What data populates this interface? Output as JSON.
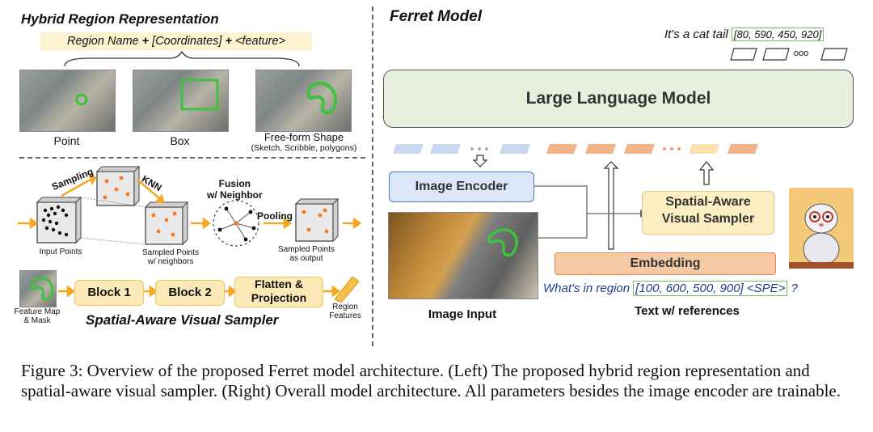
{
  "left": {
    "title": "Hybrid Region Representation",
    "formula": {
      "region_name": "Region Name",
      "plus1": "+",
      "coordinates": "[Coordinates]",
      "plus2": "+",
      "feature": "<feature>"
    },
    "region_types": [
      {
        "label": "Point"
      },
      {
        "label": "Box"
      },
      {
        "label": "Free-form Shape",
        "sub": "(Sketch, Scribble, polygons)"
      }
    ],
    "sampler_steps": {
      "sampling": "Sampling",
      "knn": "KNN",
      "fusion": "Fusion\nw/ Neighbor",
      "pooling": "Pooling",
      "input_points": "Input Points",
      "sampled_neighbors": "Sampled Points\nw/ neighbors",
      "sampled_output": "Sampled Points\nas output"
    },
    "pipeline": {
      "feature_map": "Feature Map\n& Mask",
      "block1": "Block 1",
      "block2": "Block 2",
      "flatten": "Flatten &\nProjection",
      "region_features": "Region\nFeatures"
    },
    "sampler_title": "Spatial-Aware Visual Sampler"
  },
  "right": {
    "title": "Ferret Model",
    "output_text": "It's a cat tail",
    "output_coords": "[80, 590, 450, 920]",
    "ooo": "ooo",
    "llm": "Large Language Model",
    "image_encoder": "Image Encoder",
    "sampler": "Spatial-Aware\nVisual Sampler",
    "embedding": "Embedding",
    "query_text": "What's in region",
    "query_coords": "[100, 600, 500, 900] <SPE>",
    "query_end": "?",
    "image_input": "Image Input",
    "text_refs": "Text w/ references"
  },
  "caption": "Figure 3: Overview of the proposed Ferret model architecture. (Left) The proposed hybrid region representation and spatial-aware visual sampler. (Right) Overall model architecture. All parameters besides the image encoder are trainable.",
  "colors": {
    "green_outline": "#3ec23e",
    "orange_arrow": "#f5a623",
    "token_blue": "#c9d8ef",
    "token_orange": "#f3b38a",
    "token_yellow": "#fbe2b0"
  }
}
